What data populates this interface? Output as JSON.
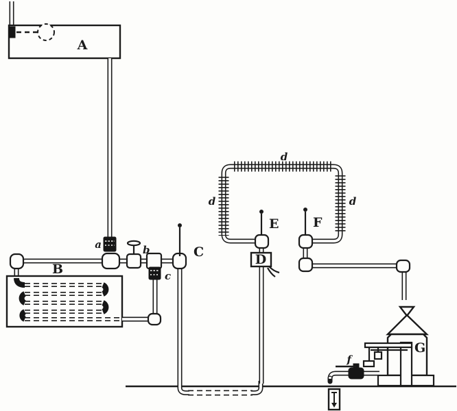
{
  "figure": {
    "type": "piping-schematic",
    "colors": {
      "ink": "#1b1b1b",
      "background": "#fdfdfb"
    },
    "labels": {
      "tank": "A",
      "heating_coil": "B",
      "riser_pipe": "C",
      "heater_box": "D",
      "thermometer_left": "E",
      "thermometer_right": "F",
      "holder": "G",
      "valve_a": "a",
      "valve_b": "b",
      "valve_c": "c",
      "fin_top": "d",
      "fin_left": "d",
      "fin_right": "d",
      "faucet": "f"
    }
  }
}
